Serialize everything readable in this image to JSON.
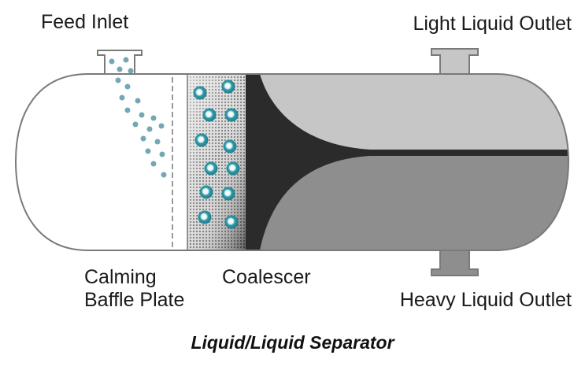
{
  "title": "Liquid/Liquid Separator",
  "labels": {
    "feed_inlet": "Feed Inlet",
    "light_outlet": "Light Liquid Outlet",
    "calming_line1": "Calming",
    "calming_line2": "Baffle Plate",
    "coalescer": "Coalescer",
    "heavy_outlet": "Heavy Liquid Outlet"
  },
  "colors": {
    "vessel_outline": "#7a7a7a",
    "light_liquid": "#c6c6c6",
    "heavy_liquid": "#8e8e8e",
    "coalescer_dark": "#2b2b2b",
    "droplet": "#2f9aa8",
    "feed_droplet": "#5a9aa6"
  }
}
